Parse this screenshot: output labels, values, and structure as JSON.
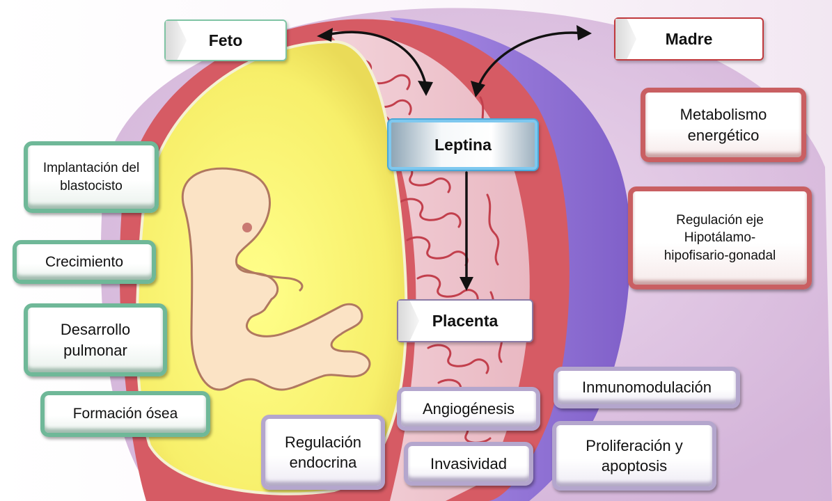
{
  "hubs": {
    "feto": "Feto",
    "madre": "Madre",
    "leptina": "Leptina",
    "placenta": "Placenta"
  },
  "feto_effects": {
    "implantacion": "Implantación del blastocisto",
    "crecimiento": "Crecimiento",
    "desarrollo": "Desarrollo pulmonar",
    "formacion": "Formación ósea"
  },
  "madre_effects": {
    "metabolismo": "Metabolismo energético",
    "regulacion_eje": "Regulación eje Hipotálamo-hipofisario-gonadal"
  },
  "placenta_effects": {
    "regulacion_endocrina": "Regulación endocrina",
    "angiogenesis": "Angiogénesis",
    "invasividad": "Invasividad",
    "inmunomodulacion": "Inmunomodulación",
    "proliferacion": "Proliferación y apoptosis"
  },
  "colors": {
    "feto_border": "#7fc4a4",
    "madre_border": "#c0383c",
    "leptina_border": "#4aa8d8",
    "placenta_border": "#8a7aa6"
  }
}
